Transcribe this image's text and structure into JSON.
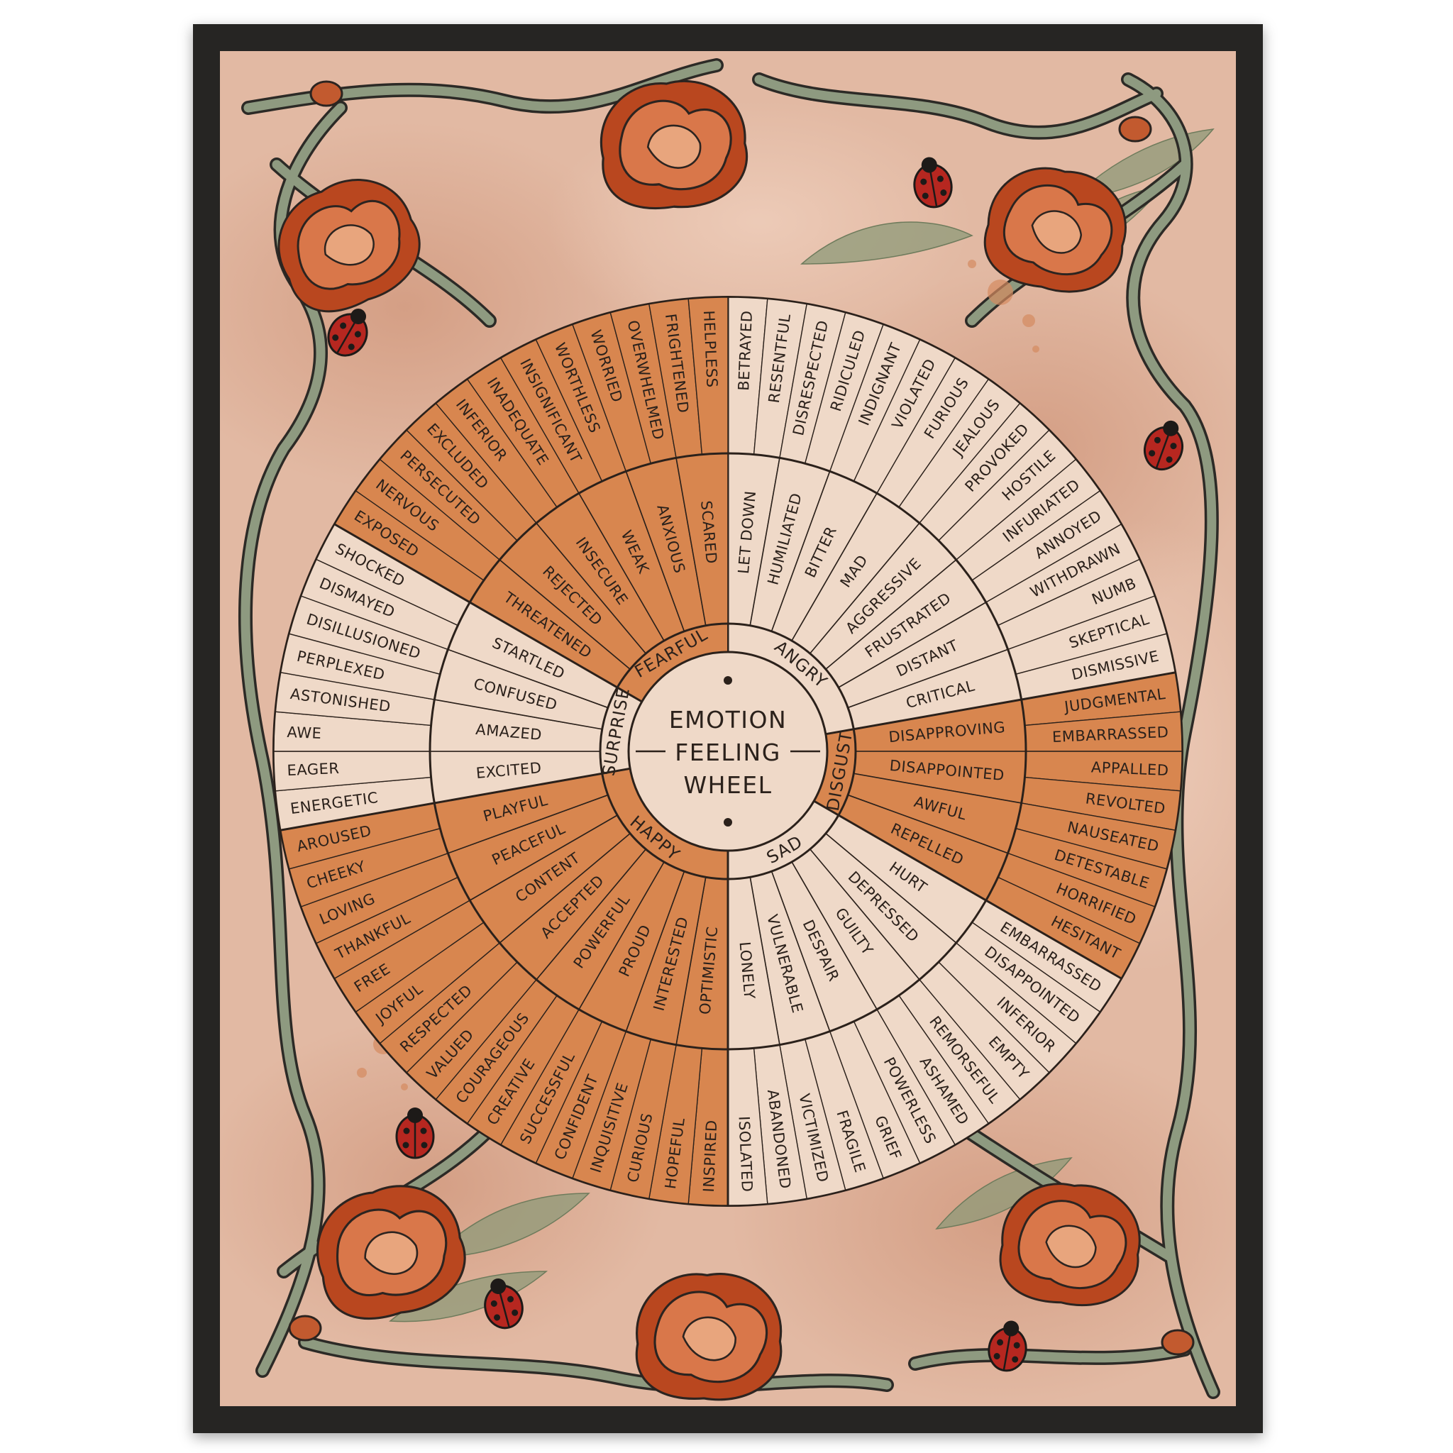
{
  "title": {
    "lines": [
      "EMOTION",
      "FEELING",
      "WHEEL"
    ]
  },
  "colors": {
    "orange": "#d8864f",
    "cream": "#efd9c8",
    "ink": "#2b211b",
    "frame": "#262523",
    "paper": "#e2b9a3",
    "vine": "#8e9a80",
    "blossom": "#c4552c",
    "ladybug": "#b62720"
  },
  "wheel": {
    "core": [
      {
        "label": "ANGRY",
        "fill": "cream",
        "middle": [
          {
            "label": "LET DOWN",
            "outer": [
              "BETRAYED",
              "RESENTFUL"
            ]
          },
          {
            "label": "HUMILIATED",
            "outer": [
              "DISRESPECTED",
              "RIDICULED"
            ]
          },
          {
            "label": "BITTER",
            "outer": [
              "INDIGNANT",
              "VIOLATED"
            ]
          },
          {
            "label": "MAD",
            "outer": [
              "FURIOUS",
              "JEALOUS"
            ]
          },
          {
            "label": "AGGRESSIVE",
            "outer": [
              "PROVOKED",
              "HOSTILE"
            ]
          },
          {
            "label": "FRUSTRATED",
            "outer": [
              "INFURIATED",
              "ANNOYED"
            ]
          },
          {
            "label": "DISTANT",
            "outer": [
              "WITHDRAWN",
              "NUMB"
            ]
          },
          {
            "label": "CRITICAL",
            "outer": [
              "SKEPTICAL",
              "DISMISSIVE"
            ]
          }
        ]
      },
      {
        "label": "DISGUST",
        "fill": "orange",
        "middle": [
          {
            "label": "DISAPPROVING",
            "outer": [
              "JUDGMENTAL",
              "EMBARRASSED"
            ]
          },
          {
            "label": "DISAPPOINTED",
            "outer": [
              "APPALLED",
              "REVOLTED"
            ]
          },
          {
            "label": "AWFUL",
            "outer": [
              "NAUSEATED",
              "DETESTABLE"
            ]
          },
          {
            "label": "REPELLED",
            "outer": [
              "HORRIFIED",
              "HESITANT"
            ]
          }
        ]
      },
      {
        "label": "SAD",
        "fill": "cream",
        "middle": [
          {
            "label": "HURT",
            "outer": [
              "EMBARRASSED",
              "DISAPPOINTED"
            ]
          },
          {
            "label": "DEPRESSED",
            "outer": [
              "INFERIOR",
              "EMPTY"
            ]
          },
          {
            "label": "GUILTY",
            "outer": [
              "REMORSEFUL",
              "ASHAMED"
            ]
          },
          {
            "label": "DESPAIR",
            "outer": [
              "POWERLESS",
              "GRIEF"
            ]
          },
          {
            "label": "VULNERABLE",
            "outer": [
              "FRAGILE",
              "VICTIMIZED"
            ]
          },
          {
            "label": "LONELY",
            "outer": [
              "ABANDONED",
              "ISOLATED"
            ]
          }
        ]
      },
      {
        "label": "HAPPY",
        "fill": "orange",
        "middle": [
          {
            "label": "OPTIMISTIC",
            "outer": [
              "INSPIRED",
              "HOPEFUL"
            ]
          },
          {
            "label": "INTERESTED",
            "outer": [
              "CURIOUS",
              "INQUISITIVE"
            ]
          },
          {
            "label": "PROUD",
            "outer": [
              "CONFIDENT",
              "SUCCESSFUL"
            ]
          },
          {
            "label": "POWERFUL",
            "outer": [
              "CREATIVE",
              "COURAGEOUS"
            ]
          },
          {
            "label": "ACCEPTED",
            "outer": [
              "VALUED",
              "RESPECTED"
            ]
          },
          {
            "label": "CONTENT",
            "outer": [
              "JOYFUL",
              "FREE"
            ]
          },
          {
            "label": "PEACEFUL",
            "outer": [
              "THANKFUL",
              "LOVING"
            ]
          },
          {
            "label": "PLAYFUL",
            "outer": [
              "CHEEKY",
              "AROUSED"
            ]
          }
        ]
      },
      {
        "label": "SURPRISE",
        "fill": "cream",
        "middle": [
          {
            "label": "EXCITED",
            "outer": [
              "ENERGETIC",
              "EAGER"
            ]
          },
          {
            "label": "AMAZED",
            "outer": [
              "AWE",
              "ASTONISHED"
            ]
          },
          {
            "label": "CONFUSED",
            "outer": [
              "PERPLEXED",
              "DISILLUSIONED"
            ]
          },
          {
            "label": "STARTLED",
            "outer": [
              "DISMAYED",
              "SHOCKED"
            ]
          }
        ]
      },
      {
        "label": "FEARFUL",
        "fill": "orange",
        "middle": [
          {
            "label": "THREATENED",
            "outer": [
              "EXPOSED",
              "NERVOUS"
            ]
          },
          {
            "label": "REJECTED",
            "outer": [
              "PERSECUTED",
              "EXCLUDED"
            ]
          },
          {
            "label": "INSECURE",
            "outer": [
              "INFERIOR",
              "INADEQUATE"
            ]
          },
          {
            "label": "WEAK",
            "outer": [
              "INSIGNIFICANT",
              "WORTHLESS"
            ]
          },
          {
            "label": "ANXIOUS",
            "outer": [
              "WORRIED",
              "OVERWHELMED"
            ]
          },
          {
            "label": "SCARED",
            "outer": [
              "FRIGHTENED",
              "HELPLESS"
            ]
          }
        ]
      }
    ]
  }
}
